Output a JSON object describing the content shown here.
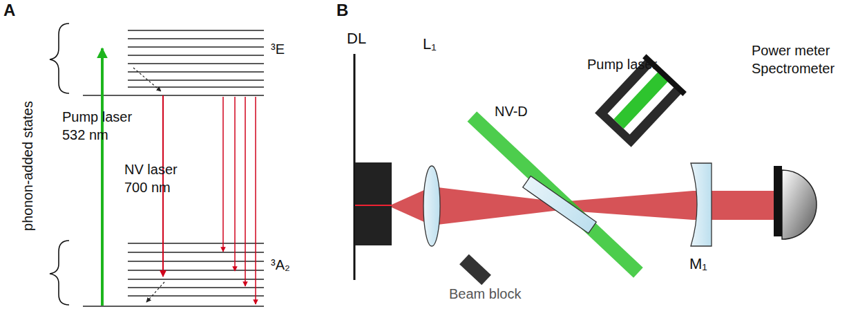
{
  "diagram": {
    "labels": [
      "A",
      "B",
      "³E",
      "³A₂",
      "phonon-added states",
      "Pump laser",
      "532 nm",
      "NV laser",
      "700 nm",
      "DL",
      "L₁",
      "NV-D",
      "Pump laser",
      "Power meter",
      "Spectrometer",
      "M₁",
      "Beam block"
    ]
  }
}
